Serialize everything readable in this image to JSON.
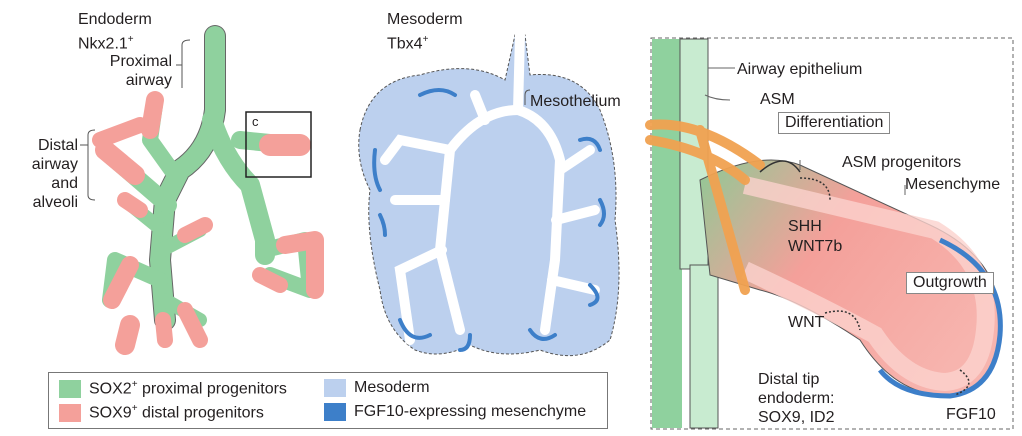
{
  "panel_a": {
    "title": "Endoderm",
    "marker": "Nkx2.1",
    "marker_sup": "+",
    "proximal_label": "Proximal\nairway",
    "distal_label": "Distal\nairway\nand\nalveoli",
    "inset_label": "c"
  },
  "panel_b": {
    "title": "Mesoderm",
    "marker": "Tbx4",
    "marker_sup": "+",
    "mesothelium_label": "Mesothelium"
  },
  "panel_c": {
    "airway_epithelium": "Airway epithelium",
    "asm": "ASM",
    "differentiation": "Differentiation",
    "asm_progenitors": "ASM progenitors",
    "mesenchyme": "Mesenchyme",
    "shh": "SHH",
    "wnt7b": "WNT7b",
    "outgrowth": "Outgrowth",
    "wnt": "WNT",
    "distal_tip": "Distal tip\nendoderm:\nSOX9, ID2",
    "fgf10": "FGF10"
  },
  "legend": {
    "items": [
      {
        "label": "SOX2",
        "sup": "+",
        "rest": " proximal progenitors",
        "color": "#8fd19e"
      },
      {
        "label": "SOX9",
        "sup": "+",
        "rest": " distal progenitors",
        "color": "#f4a09a"
      },
      {
        "label": "Mesoderm",
        "sup": "",
        "rest": "",
        "color": "#bcd0ee"
      },
      {
        "label": "FGF10-expressing mesenchyme",
        "sup": "",
        "rest": "",
        "color": "#3d7fc9"
      }
    ]
  }
}
